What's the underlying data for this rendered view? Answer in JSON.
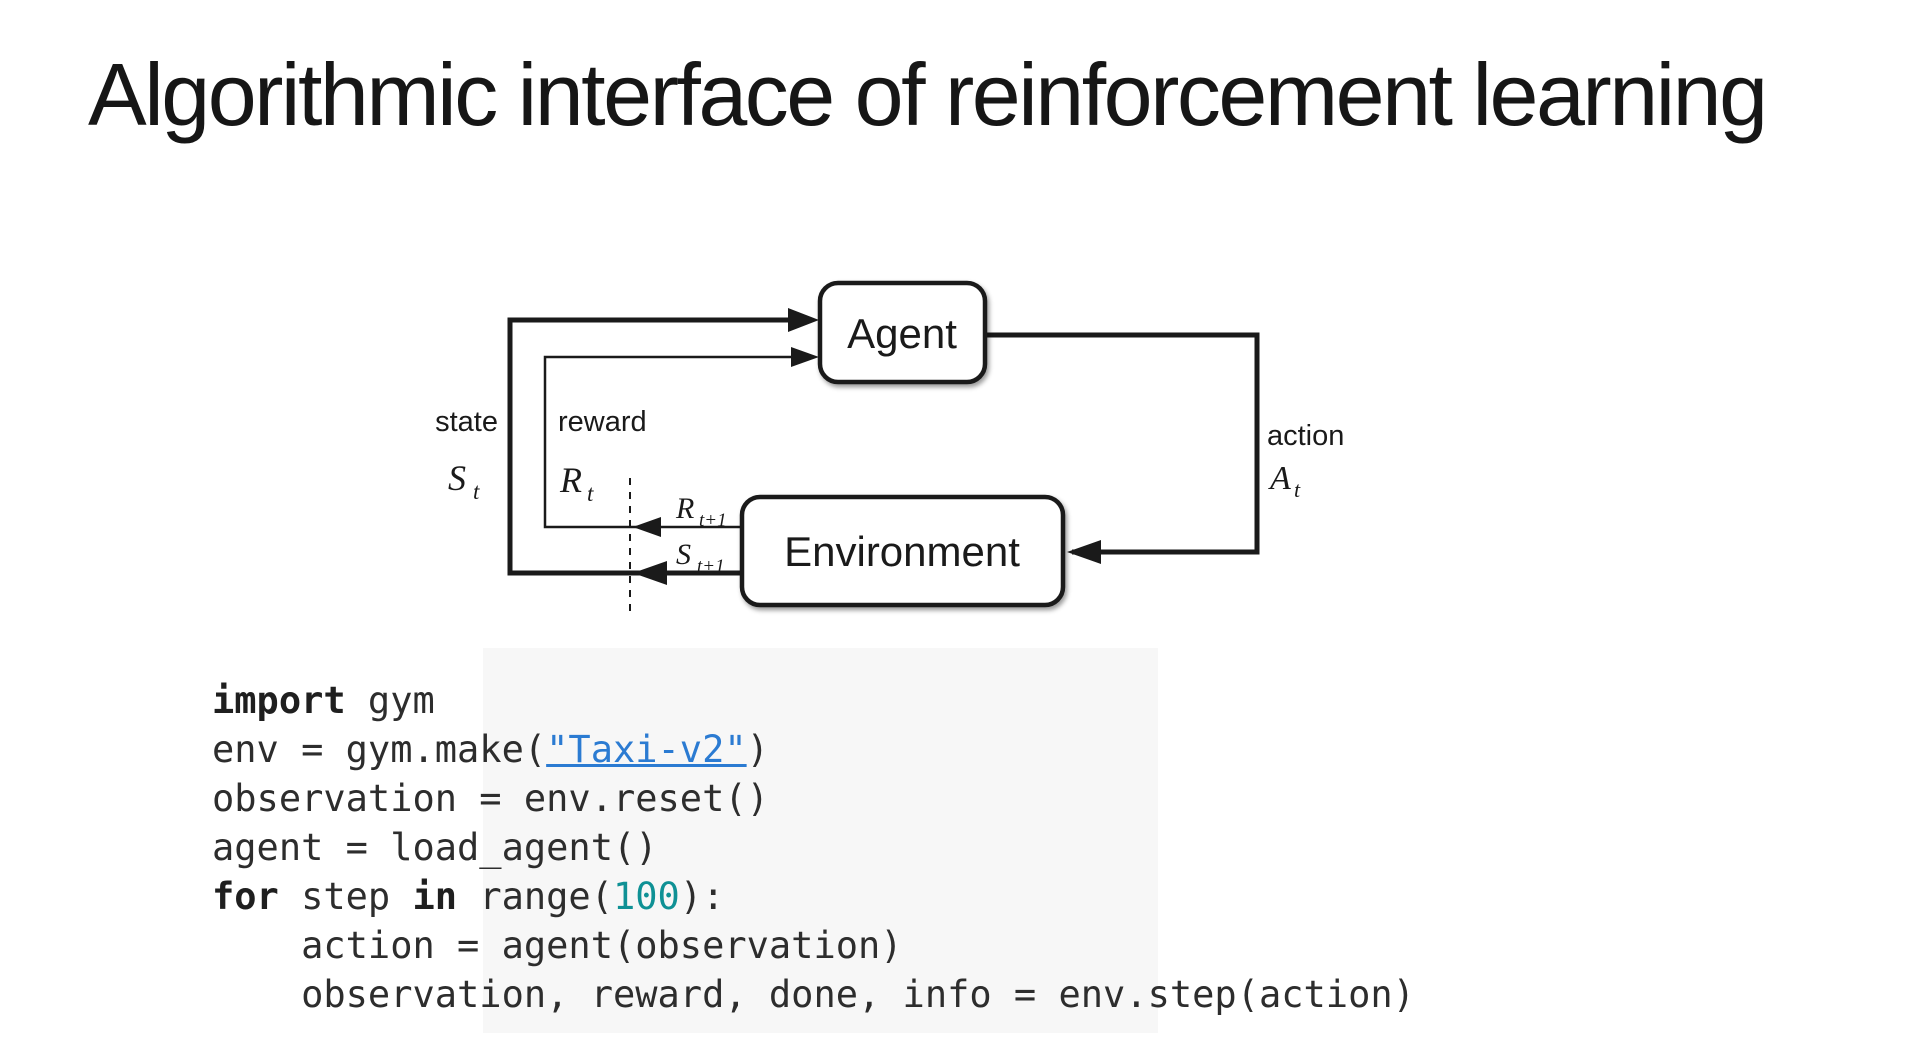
{
  "slide": {
    "title": "Algorithmic interface of reinforcement learning"
  },
  "diagram": {
    "agent_label": "Agent",
    "environment_label": "Environment",
    "state_label": "state",
    "state_symbol": "S",
    "state_sub": "t",
    "reward_label": "reward",
    "reward_symbol": "R",
    "reward_sub": "t",
    "action_label": "action",
    "action_symbol": "A",
    "action_sub": "t",
    "next_reward_symbol": "R",
    "next_reward_sub": "t+1",
    "next_state_symbol": "S",
    "next_state_sub": "t+1"
  },
  "code": {
    "lines": [
      [
        [
          "kw",
          "import"
        ],
        [
          "plain",
          " gym"
        ]
      ],
      [
        [
          "plain",
          "env = gym.make("
        ],
        [
          "link",
          "\"Taxi-v2\""
        ],
        [
          "plain",
          ")"
        ]
      ],
      [
        [
          "plain",
          "observation = env.reset()"
        ]
      ],
      [
        [
          "plain",
          "agent = load_agent()"
        ]
      ],
      [
        [
          "kw",
          "for"
        ],
        [
          "plain",
          " step "
        ],
        [
          "kw",
          "in"
        ],
        [
          "plain",
          " range("
        ],
        [
          "num",
          "100"
        ],
        [
          "plain",
          "):"
        ]
      ],
      [
        [
          "plain",
          "    action = agent(observation)"
        ]
      ],
      [
        [
          "plain",
          "    observation, reward, done, info = env.step(action)"
        ]
      ]
    ]
  },
  "colors": {
    "line_black": "#1a1a1a",
    "link_blue": "#2b7bd2",
    "number_teal": "#0f9195"
  }
}
